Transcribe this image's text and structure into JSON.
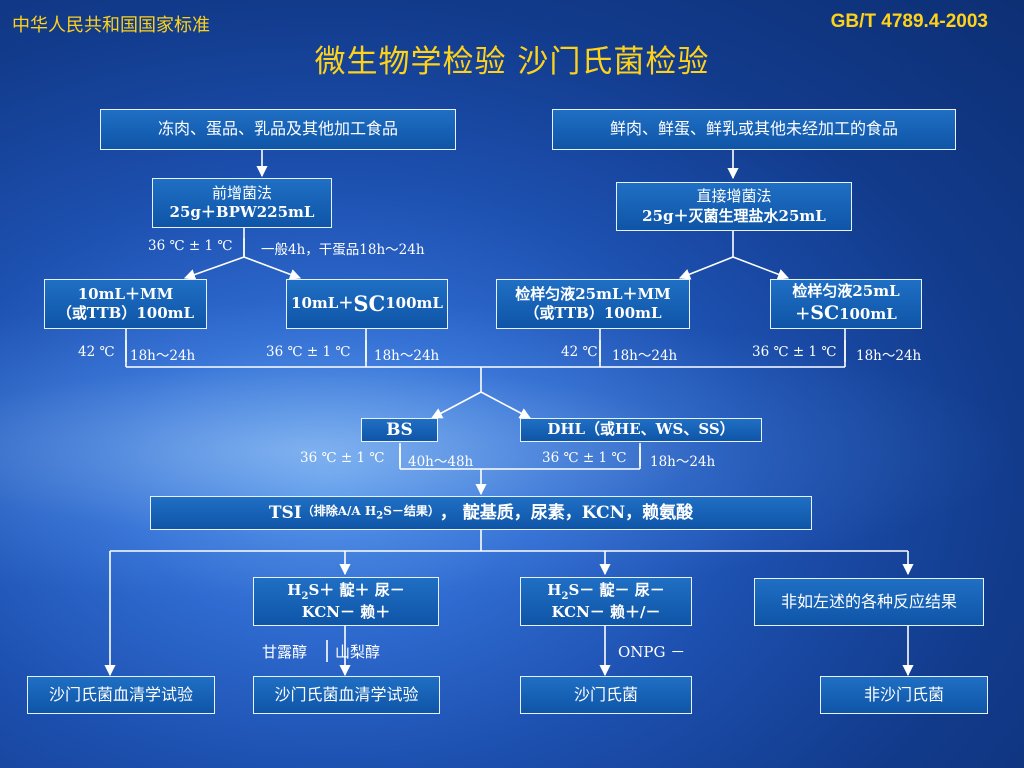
{
  "header": {
    "left": "中华人民共和国国家标准",
    "right": "GB/T 4789.4-2003",
    "title": "微生物学检验  沙门氏菌检验"
  },
  "samples": {
    "left": "冻肉、蛋品、乳品及其他加工食品",
    "right": "鲜肉、鲜蛋、鲜乳或其他未经加工的食品"
  },
  "preenrich": {
    "line1": "前增菌法",
    "line2": "25g＋BPW225mL",
    "cond_temp": "36 ℃ ± 1 ℃",
    "cond_time": "一般4h，干蛋品18h～24h"
  },
  "direct": {
    "line1": "直接增菌法",
    "line2": "25g＋灭菌生理盐水25mL"
  },
  "enrich": {
    "b1_line1": "10mL＋MM",
    "b1_line2": "（或TTB）100mL",
    "b2_prefix": "10mL＋",
    "b2_sc": "SC",
    "b2_suffix": "100mL",
    "b3_line1": "检样匀液25mL＋MM",
    "b3_line2": "（或TTB）100mL",
    "b4_line1": "检样匀液25mL",
    "b4_prefix": "＋",
    "b4_sc": "SC",
    "b4_suffix": "100mL"
  },
  "enrich_conds": {
    "c1_temp": "42 ℃",
    "c1_time": "18h～24h",
    "c2_temp": "36 ℃ ± 1 ℃",
    "c2_time": "18h～24h",
    "c3_temp": "42 ℃",
    "c3_time": "18h～24h",
    "c4_temp": "36 ℃ ± 1 ℃",
    "c4_time": "18h～24h"
  },
  "plates": {
    "bs": "BS",
    "dhl": "DHL（或HE、WS、SS）",
    "bs_temp": "36 ℃ ± 1 ℃",
    "bs_time": "40h～48h",
    "dhl_temp": "36 ℃ ± 1 ℃",
    "dhl_time": "18h～24h"
  },
  "tsi": {
    "main": "TSI",
    "note_pre": "（排除A/A H",
    "note_sub": "2",
    "note_post": "S－结果）",
    "rest": "，  靛基质，尿素，KCN，赖氨酸"
  },
  "results": {
    "r1_pre": "H",
    "r1_sub": "2",
    "r1_post": "S＋ 靛＋ 尿－",
    "r1_line2": "KCN－ 赖＋",
    "r2_pre": "H",
    "r2_sub": "2",
    "r2_post": "S－ 靛－ 尿－",
    "r2_line2": "KCN－ 赖＋/－",
    "r3": "非如左述的各种反应结果"
  },
  "notes": {
    "mannitol": "甘露醇",
    "sorbitol": "山梨醇",
    "onpg": "ONPG －"
  },
  "outcomes": {
    "o1": "沙门氏菌血清学试验",
    "o2": "沙门氏菌血清学试验",
    "o3": "沙门氏菌",
    "o4": "非沙门氏菌"
  },
  "colors": {
    "accent_text": "#ffd21a",
    "box_fill": "#1560b4",
    "line": "#ffffff"
  }
}
